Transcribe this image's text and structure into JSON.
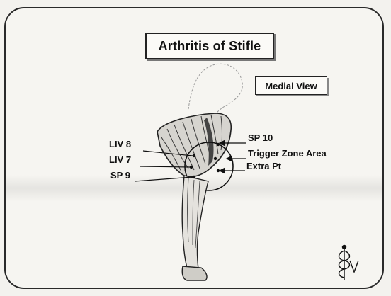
{
  "title": "Arthritis of Stifle",
  "view": "Medial View",
  "points_right": [
    "SP 10",
    "Trigger Zone Area",
    "Extra Pt"
  ],
  "points_left": [
    "LIV 8",
    "LIV 7",
    "SP 9"
  ],
  "icons": {
    "logo": "caduceus-v-logo"
  }
}
